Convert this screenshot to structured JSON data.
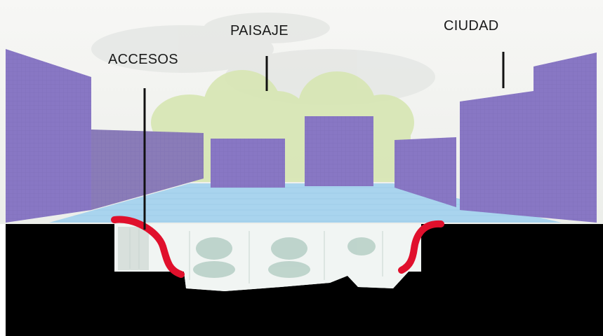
{
  "labels": {
    "accesos": "ACCESOS",
    "paisaje": "PAISAJE",
    "ciudad": "CIUDAD"
  },
  "colors": {
    "sky": "#f3f4f1",
    "trees": "#d7e6b3",
    "buildings": "#8877c4",
    "building_edges": "#6f62ab",
    "plaza": "#a9d4ee",
    "ground": "#000000",
    "interior": "#f1f5f3",
    "access_ramps": "#e0102c",
    "leader_lines": "#111111"
  },
  "icons": [
    "leader-line",
    "access-ramp"
  ]
}
